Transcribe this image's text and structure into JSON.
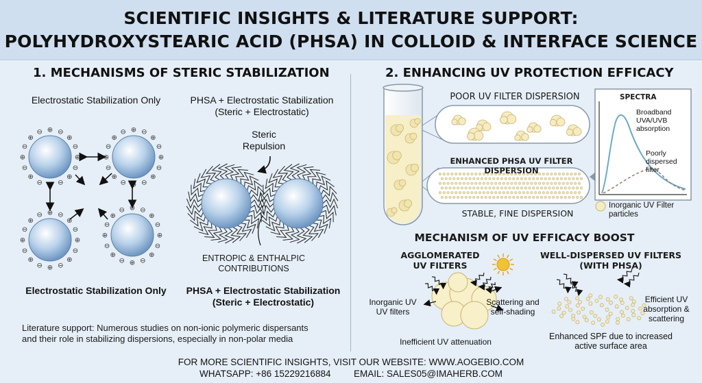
{
  "header": {
    "title_line1": "SCIENTIFIC INSIGHTS & LITERATURE SUPPORT:",
    "title_line2": "POLYHYDROXYSTEARIC ACID (PHSA) IN COLLOID & INTERFACE SCIENCE"
  },
  "left": {
    "section_title": "1. MECHANISMS OF STERIC STABILIZATION",
    "top_label_left": "Electrostatic Stabilization Only",
    "top_label_right_line1": "PHSA + Electrostatic Stabilization",
    "top_label_right_line2": "(Steric + Electrostatic)",
    "steric_label_line1": "Steric",
    "steric_label_line2": "Repulsion",
    "entropic_line1": "ENTROPIC & ENTHALPIC",
    "entropic_line2": "CONTRIBUTIONS",
    "bottom_label_left": "Electrostatic Stabilization Only",
    "bottom_label_right_line1": "PHSA + Electrostatic Stabilization",
    "bottom_label_right_line2": "(Steric + Electrostatic)",
    "literature_line1": "Literature support: Numerous studies on non-ionic polymeric dispersants",
    "literature_line2": "and their role in stabilizing dispersions, especially in non-polar media"
  },
  "right": {
    "section_title": "2. ENHANCING UV PROTECTION EFFICACY",
    "poor_label": "POOR UV FILTER DISPERSION",
    "enhanced_label": "ENHANCED PHSA UV FILTER DISPERSION",
    "stable_label": "STABLE, FINE DISPERSION",
    "spectra": {
      "title": "SPECTRA",
      "broadband_line1": "Broadband",
      "broadband_line2": "UVA/UVB",
      "broadband_line3": "absorption",
      "poor_line1": "Poorly",
      "poor_line2": "dispersed",
      "poor_line3": "filter"
    },
    "legend_line1": "Inorganic UV Filter",
    "legend_line2": "particles",
    "mechanism_title": "MECHANISM OF UV EFFICACY BOOST",
    "agglomerated_line1": "AGGLOMERATED",
    "agglomerated_line2": "UV FILTERS",
    "well_line1": "WELL-DISPERSED UV FILTERS",
    "well_line2": "(WITH PHSA)",
    "inorganic_line1": "Inorganic UV",
    "inorganic_line2": "UV filters",
    "scattering_line1": "Scattering and",
    "scattering_line2": "self-shading",
    "inefficient": "Inefficient UV attenuation",
    "efficient_line1": "Efficient UV",
    "efficient_line2": "absorption &",
    "efficient_line3": "scattering",
    "spf_line1": "Enhanced SPF due to increased",
    "spf_line2": "active surface area"
  },
  "footer": {
    "line1": "FOR MORE SCIENTIFIC INSIGHTS, VISIT OUR WEBSITE: WWW.AOGEBIO.COM",
    "line2_whatsapp": "WHATSAPP: +86 15229216884",
    "line2_email": "EMAIL: SALES05@IMAHERB.COM"
  },
  "symbols": {
    "plus": "⊕",
    "minus": "⊖"
  },
  "colors": {
    "header_bg": "#cfdff0",
    "page_bg": "#e6eff7",
    "sphere": "#9fbfe0",
    "particle": "#f4ecc2",
    "curve_broadband": "#6aa9c9",
    "curve_poor": "#9a7a6a",
    "sun": "#f2c233"
  }
}
